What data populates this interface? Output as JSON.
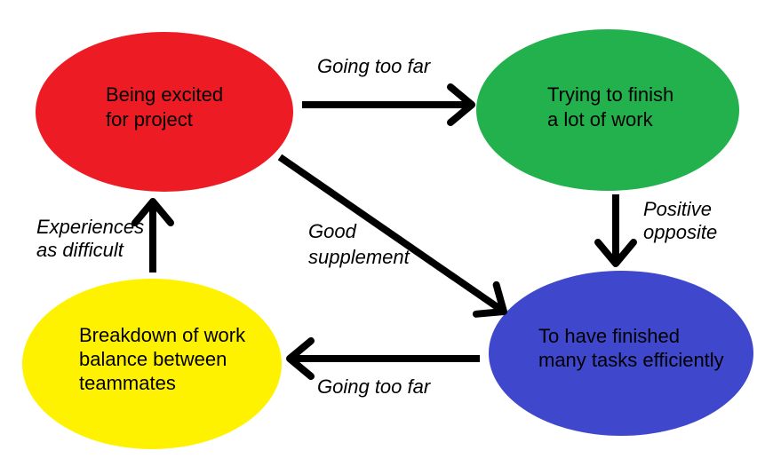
{
  "diagram": {
    "type": "concept-cycle-diagram",
    "background_color": "#FFFFFF",
    "text_color": "#000000",
    "arrow_color": "#000000",
    "nodes": [
      {
        "id": "excited",
        "shape": "ellipse",
        "color": "#ED1C24",
        "label_lines": [
          "Being excited",
          "for project"
        ]
      },
      {
        "id": "trying",
        "shape": "ellipse",
        "color": "#22B14C",
        "label_lines": [
          "Trying to finish",
          "a lot of work"
        ]
      },
      {
        "id": "breakdown",
        "shape": "ellipse",
        "color": "#FFF200",
        "label_lines": [
          "Breakdown of work",
          "balance between",
          "teammates"
        ]
      },
      {
        "id": "finished",
        "shape": "ellipse",
        "color": "#3F48CC",
        "label_lines": [
          "To have finished",
          "many tasks efficiently"
        ]
      }
    ],
    "edges": [
      {
        "from": "excited",
        "to": "trying",
        "direction": "right",
        "label": "Going too far"
      },
      {
        "from": "trying",
        "to": "finished",
        "direction": "down",
        "label_lines": [
          "Positive",
          "opposite"
        ]
      },
      {
        "from": "excited",
        "to": "finished",
        "direction": "down-right",
        "label_lines": [
          "Good",
          "supplement"
        ]
      },
      {
        "from": "finished",
        "to": "breakdown",
        "direction": "left",
        "label": "Going too far"
      },
      {
        "from": "breakdown",
        "to": "excited",
        "direction": "up",
        "label_lines": [
          "Experiences",
          "as difficult"
        ]
      }
    ]
  }
}
